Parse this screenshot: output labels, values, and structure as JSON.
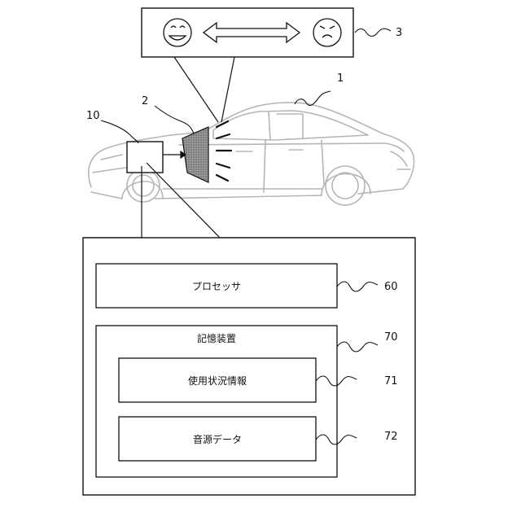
{
  "labels": {
    "car": "1",
    "speaker": "2",
    "display": "3",
    "controller": "10",
    "processor": "60",
    "storage": "70",
    "usage_info": "71",
    "sound_data": "72"
  },
  "blocks": {
    "processor": "プロセッサ",
    "storage": "記憶装置",
    "usage_info": "使用状況情報",
    "sound_data": "音源データ"
  },
  "icons": {
    "happy": "smiling-face-icon",
    "sad": "sad-face-icon",
    "arrow": "double-arrow-icon"
  }
}
